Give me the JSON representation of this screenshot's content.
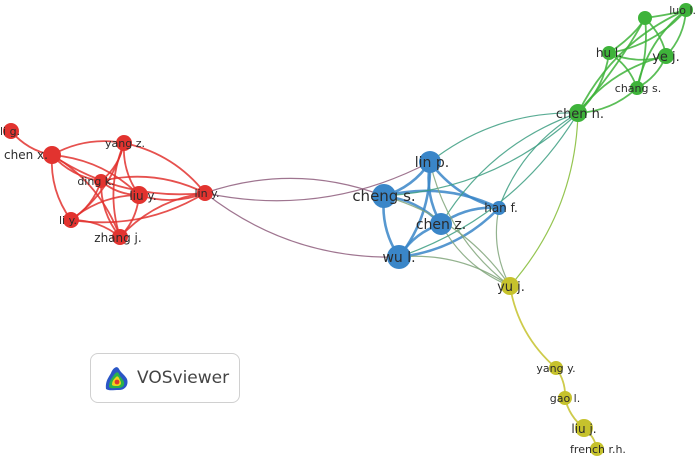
{
  "app": {
    "brand": "VOSviewer"
  },
  "colors": {
    "red": "#e2332f",
    "blue": "#3a86c8",
    "green": "#3eb33a",
    "yellow": "#c6c22c"
  },
  "nodes": [
    {
      "id": "li-g",
      "label": "li g.",
      "cluster": "red"
    },
    {
      "id": "chen-x",
      "label": "chen x.",
      "cluster": "red"
    },
    {
      "id": "yang-z",
      "label": "yang z.",
      "cluster": "red"
    },
    {
      "id": "ding-k",
      "label": "ding k.",
      "cluster": "red"
    },
    {
      "id": "liu-y",
      "label": "liu y.",
      "cluster": "red"
    },
    {
      "id": "li-y",
      "label": "li y.",
      "cluster": "red"
    },
    {
      "id": "zhang-j",
      "label": "zhang j.",
      "cluster": "red"
    },
    {
      "id": "lin-y",
      "label": "lin y.",
      "cluster": "red"
    },
    {
      "id": "lin-p",
      "label": "lin p.",
      "cluster": "blue"
    },
    {
      "id": "cheng-s",
      "label": "cheng s.",
      "cluster": "blue"
    },
    {
      "id": "chen-z",
      "label": "chen z.",
      "cluster": "blue"
    },
    {
      "id": "wu-l",
      "label": "wu l.",
      "cluster": "blue"
    },
    {
      "id": "han-f",
      "label": "han f.",
      "cluster": "blue"
    },
    {
      "id": "luo-l",
      "label": "luo l.",
      "cluster": "green"
    },
    {
      "id": "hu-l",
      "label": "hu l.",
      "cluster": "green"
    },
    {
      "id": "ye-j",
      "label": "ye j.",
      "cluster": "green"
    },
    {
      "id": "chang-s",
      "label": "chang s.",
      "cluster": "green"
    },
    {
      "id": "chen-h",
      "label": "chen h.",
      "cluster": "green"
    },
    {
      "id": "yu-j",
      "label": "yu j.",
      "cluster": "yellow"
    },
    {
      "id": "yang-y",
      "label": "yang y.",
      "cluster": "yellow"
    },
    {
      "id": "gao-l",
      "label": "gao l.",
      "cluster": "yellow"
    },
    {
      "id": "liu-j",
      "label": "liu j.",
      "cluster": "yellow"
    },
    {
      "id": "french-rh",
      "label": "french r.h.",
      "cluster": "yellow"
    }
  ],
  "edges": [
    [
      "li-g",
      "chen-x"
    ],
    [
      "chen-x",
      "yang-z"
    ],
    [
      "chen-x",
      "ding-k"
    ],
    [
      "chen-x",
      "liu-y"
    ],
    [
      "chen-x",
      "li-y"
    ],
    [
      "chen-x",
      "zhang-j"
    ],
    [
      "chen-x",
      "lin-y"
    ],
    [
      "yang-z",
      "ding-k"
    ],
    [
      "yang-z",
      "liu-y"
    ],
    [
      "yang-z",
      "li-y"
    ],
    [
      "yang-z",
      "zhang-j"
    ],
    [
      "yang-z",
      "lin-y"
    ],
    [
      "ding-k",
      "liu-y"
    ],
    [
      "ding-k",
      "li-y"
    ],
    [
      "ding-k",
      "zhang-j"
    ],
    [
      "ding-k",
      "lin-y"
    ],
    [
      "liu-y",
      "li-y"
    ],
    [
      "liu-y",
      "zhang-j"
    ],
    [
      "liu-y",
      "lin-y"
    ],
    [
      "li-y",
      "zhang-j"
    ],
    [
      "li-y",
      "lin-y"
    ],
    [
      "zhang-j",
      "lin-y"
    ],
    [
      "lin-y",
      "lin-p"
    ],
    [
      "lin-y",
      "cheng-s"
    ],
    [
      "lin-y",
      "wu-l"
    ],
    [
      "lin-p",
      "cheng-s"
    ],
    [
      "lin-p",
      "chen-z"
    ],
    [
      "lin-p",
      "wu-l"
    ],
    [
      "lin-p",
      "han-f"
    ],
    [
      "cheng-s",
      "chen-z"
    ],
    [
      "cheng-s",
      "wu-l"
    ],
    [
      "cheng-s",
      "han-f"
    ],
    [
      "chen-z",
      "wu-l"
    ],
    [
      "chen-z",
      "han-f"
    ],
    [
      "wu-l",
      "han-f"
    ],
    [
      "lin-p",
      "chen-h"
    ],
    [
      "cheng-s",
      "chen-h"
    ],
    [
      "chen-z",
      "chen-h"
    ],
    [
      "wu-l",
      "chen-h"
    ],
    [
      "han-f",
      "chen-h"
    ],
    [
      "lin-p",
      "yu-j"
    ],
    [
      "cheng-s",
      "yu-j"
    ],
    [
      "chen-z",
      "yu-j"
    ],
    [
      "wu-l",
      "yu-j"
    ],
    [
      "han-f",
      "yu-j"
    ],
    [
      "chen-h",
      "yu-j"
    ],
    [
      "chen-h",
      "hu-l"
    ],
    [
      "chen-h",
      "ye-j"
    ],
    [
      "chen-h",
      "chang-s"
    ],
    [
      "chen-h",
      "luo-l"
    ],
    [
      "hu-l",
      "ye-j"
    ],
    [
      "hu-l",
      "chang-s"
    ],
    [
      "hu-l",
      "luo-l"
    ],
    [
      "ye-j",
      "chang-s"
    ],
    [
      "ye-j",
      "luo-l"
    ],
    [
      "chang-s",
      "luo-l"
    ],
    [
      "yu-j",
      "yang-y"
    ],
    [
      "yang-y",
      "gao-l"
    ],
    [
      "gao-l",
      "liu-j"
    ],
    [
      "liu-j",
      "french-rh"
    ]
  ]
}
